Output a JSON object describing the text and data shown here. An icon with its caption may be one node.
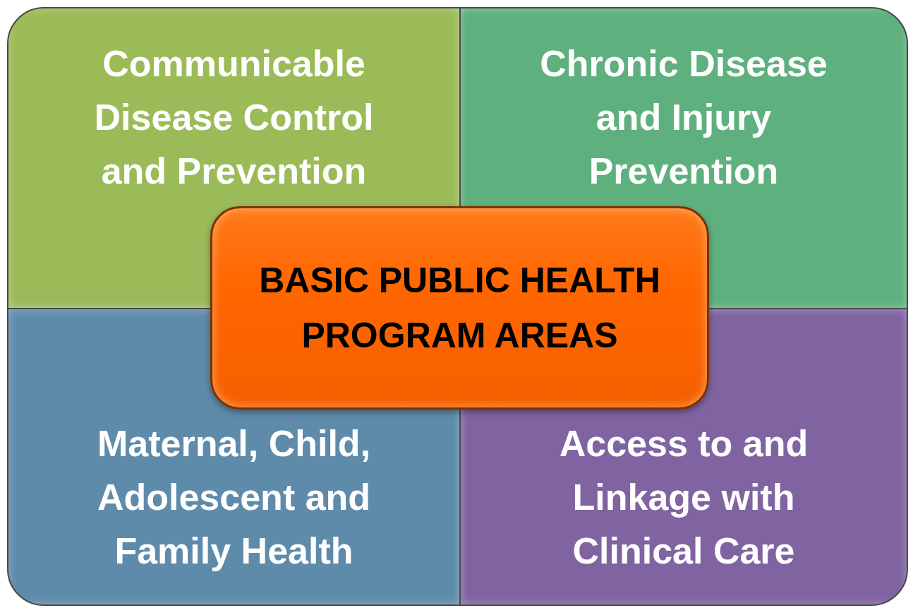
{
  "diagram": {
    "nodes": [
      {
        "text": [
          "Communicable Disease Control and Prevention"
        ]
      },
      {
        "text": [
          "Chronic Disease and Injury Prevention"
        ]
      },
      {
        "text": [
          "Maternal, Child, Adolescent and Family Health"
        ]
      },
      {
        "text": [
          "Access to and Linkage with Clinical Care"
        ]
      },
      {
        "text": [
          "BASIC PUBLIC HEALTH PROGRAM AREAS"
        ]
      }
    ]
  }
}
